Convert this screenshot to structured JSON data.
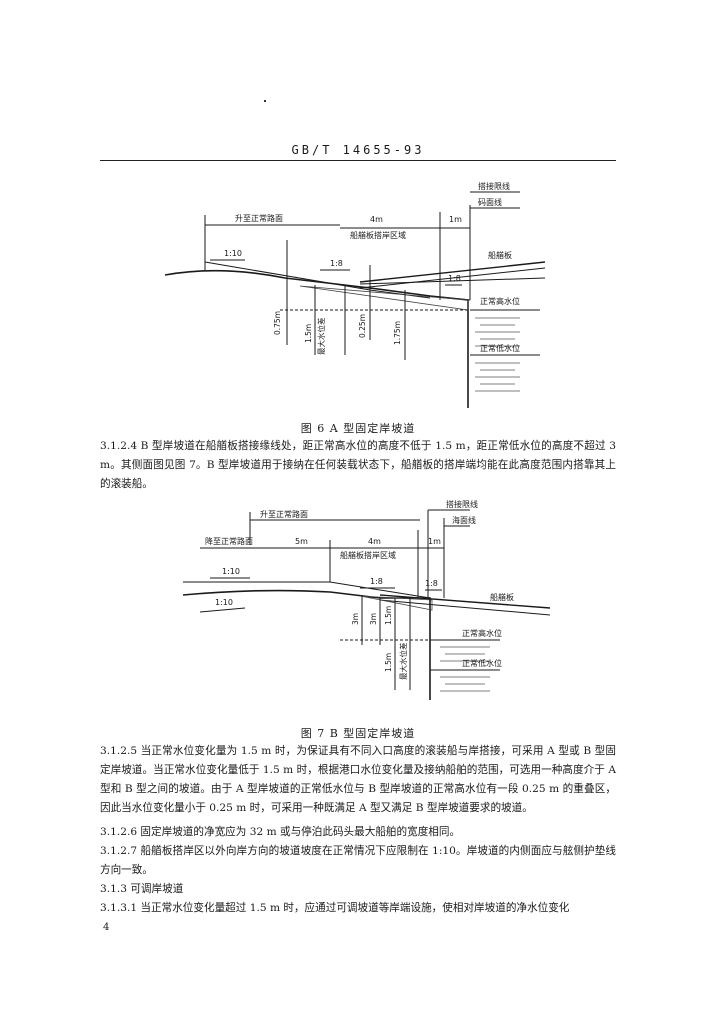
{
  "header": {
    "code": "GB/T 14655-93"
  },
  "figure6": {
    "caption": "图 6  A 型固定岸坡道",
    "labels": {
      "bracket_label": "升至正常路面",
      "dim_4m": "4m",
      "dim_1m": "1m",
      "zone": "船艏板搭岸区域",
      "ramp_line": "搭接限线",
      "dock_line": "码面线",
      "deck": "船艏板",
      "slope_left": "1:10",
      "slope_mid": "1:8",
      "slope_right": "1:8",
      "high_water": "正常高水位",
      "low_water": "正常低水位",
      "v1": "0.75m",
      "v2": "1.5m",
      "v3": "最大水位差",
      "v4": "0.25m",
      "v5": "1.75m"
    }
  },
  "text1": {
    "p1": "3.1.2.4  B 型岸坡道在船艏板搭接缘线处，距正常高水位的高度不低于 1.5 m，距正常低水位的高度不超过 3 m。其侧面图见图 7。B 型岸坡道用于接纳在任何装载状态下，船艏板的搭岸端均能在此高度范围内搭靠其上的滚装船。"
  },
  "figure7": {
    "caption": "图 7  B 型固定岸坡道",
    "labels": {
      "bracket_label": "升至正常路面",
      "left_label": "降至正常路面",
      "dim_5m": "5m",
      "dim_4m": "4m",
      "dim_1m": "1m",
      "zone": "船艏板搭岸区域",
      "ramp_line": "搭接限线",
      "dock_line": "海面线",
      "deck": "船艏板",
      "slope_a": "1:10",
      "slope_b": "1:10",
      "slope_mid": "1:8",
      "slope_right": "1:8",
      "high_water": "正常高水位",
      "low_water": "正常低水位",
      "v1": "3m",
      "v2": "3m",
      "v3": "1.5m",
      "v4": "1.5m",
      "v5": "最大水位差"
    }
  },
  "text2": {
    "p1": "3.1.2.5  当正常水位变化量为 1.5 m 时，为保证具有不同入口高度的滚装船与岸搭接，可采用 A 型或 B 型固定岸坡道。当正常水位变化量低于 1.5 m 时，根据港口水位变化量及接纳船舶的范围，可选用一种高度介于 A 型和 B 型之间的坡道。由于 A 型岸坡道的正常低水位与 B 型岸坡道的正常高水位有一段 0.25 m 的重叠区，因此当水位变化量小于 0.25 m 时，可采用一种既满足 A 型又满足 B 型岸坡道要求的坡道。",
    "p2": "3.1.2.6  固定岸坡道的净宽应为 32 m 或与停泊此码头最大船舶的宽度相同。",
    "p3": "3.1.2.7  船艏板搭岸区以外向岸方向的坡道坡度在正常情况下应限制在 1:10。岸坡道的内侧面应与舷侧护垫线方向一致。",
    "p4": "3.1.3  可调岸坡道",
    "p5": "3.1.3.1  当正常水位变化量超过 1.5 m 时，应通过可调坡道等岸端设施，使相对岸坡道的净水位变化"
  },
  "footer": {
    "page_number": "4"
  }
}
